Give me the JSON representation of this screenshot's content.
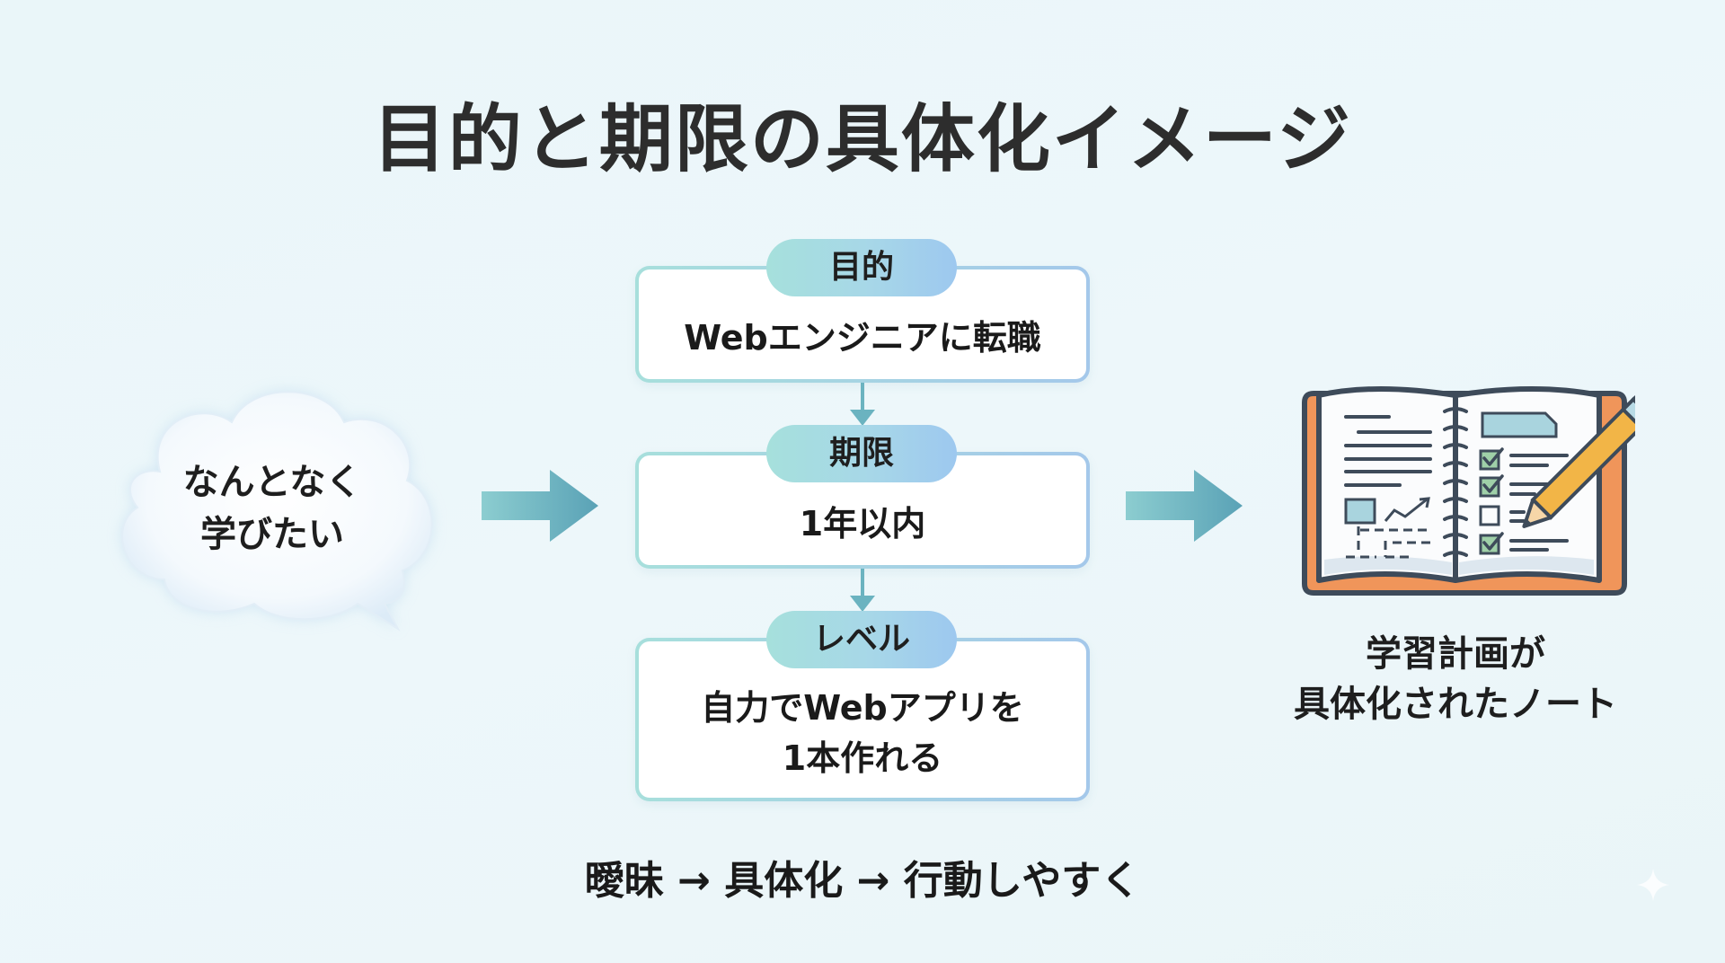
{
  "title": "目的と期限の具体化イメージ",
  "cloud": {
    "lines": [
      "なんとなく",
      "学びたい"
    ]
  },
  "flow": [
    {
      "label": "目的",
      "value_lines": [
        "Webエンジニアに転職"
      ]
    },
    {
      "label": "期限",
      "value_lines": [
        "1年以内"
      ]
    },
    {
      "label": "レベル",
      "value_lines": [
        "自力でWebアプリを",
        "1本作れる"
      ]
    }
  ],
  "notebook": {
    "icon": "notebook-checklist-pencil-icon",
    "caption_lines": [
      "学習計画が",
      "具体化されたノート"
    ]
  },
  "summary": "曖昧 → 具体化 → 行動しやすく",
  "colors": {
    "accent_teal": "#5fa8b8",
    "pill_gradient_start": "#a6e0dc",
    "pill_gradient_end": "#9dc8ef",
    "notebook_cover": "#f0955a",
    "pencil": "#f2b547",
    "check_green": "#8cc79a"
  }
}
